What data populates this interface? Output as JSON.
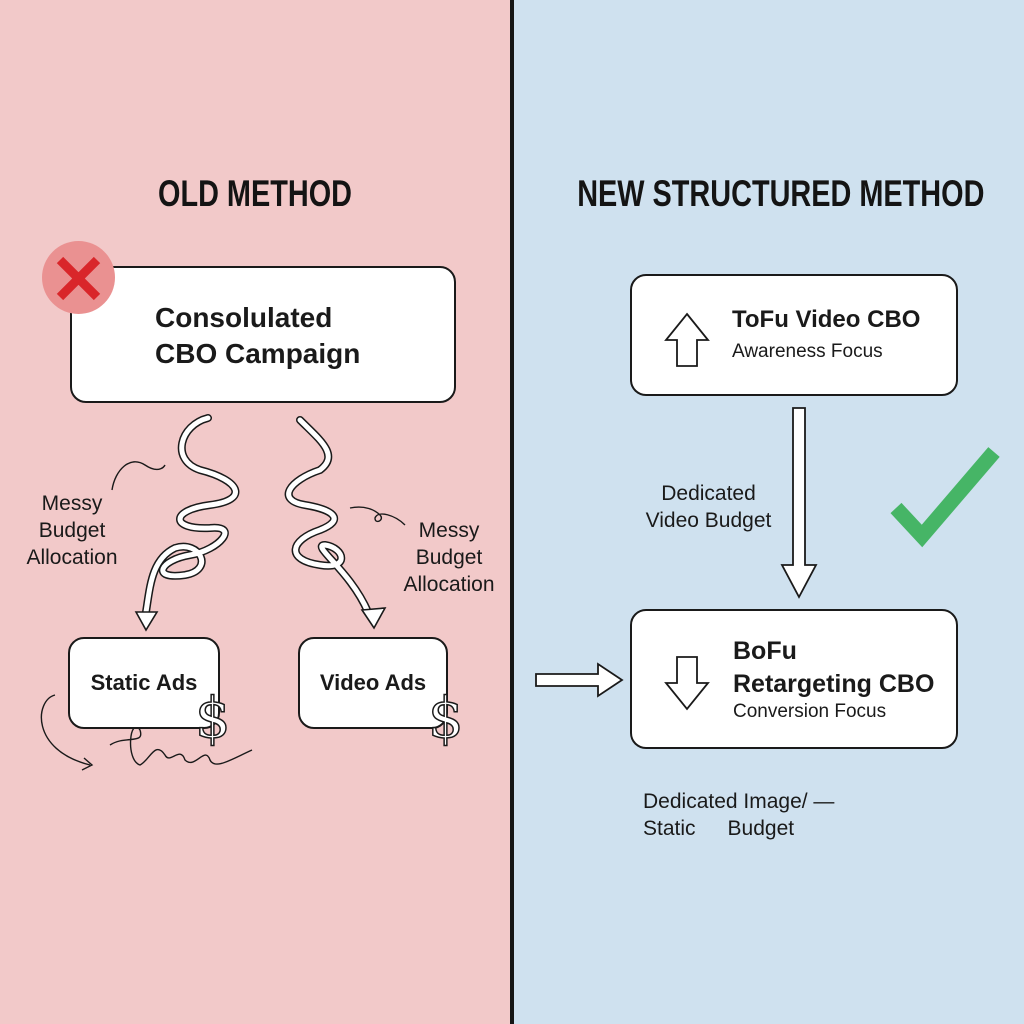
{
  "left": {
    "heading": "OLD METHOD",
    "status_icon": "x-mark-icon",
    "main_box": {
      "line1": "Consolulated",
      "line2": "CBO Campaign"
    },
    "left_note": {
      "line1": "Messy",
      "line2": "Budget",
      "line3": "Allocation"
    },
    "right_note": {
      "line1": "Messy",
      "line2": "Budget",
      "line3": "Allocation"
    },
    "static_box": "Static Ads",
    "video_box": "Video Ads",
    "currency_icon": "dollar-sign-icon"
  },
  "right": {
    "heading": "NEW STRUCTURED METHOD",
    "status_icon": "check-mark-icon",
    "tofu_box": {
      "title": "ToFu Video CBO",
      "subtitle": "Awareness Focus",
      "icon": "arrow-up-icon"
    },
    "video_budget_note": {
      "line1": "Dedicated",
      "line2": "Video Budget"
    },
    "bofu_box": {
      "title_line1": "BoFu",
      "title_line2": "Retargeting CBO",
      "subtitle": "Conversion Focus",
      "icon": "arrow-down-icon"
    },
    "static_budget_note": {
      "line1": "Dedicated Image/ —",
      "line2a": "Static",
      "line2b": "Budget"
    }
  },
  "colors": {
    "left_bg": "#f2c9c9",
    "right_bg": "#cfe1ef",
    "x_red": "#d9262a",
    "x_circle": "#ea9191",
    "check_green": "#46b566",
    "divider": "#151515"
  }
}
